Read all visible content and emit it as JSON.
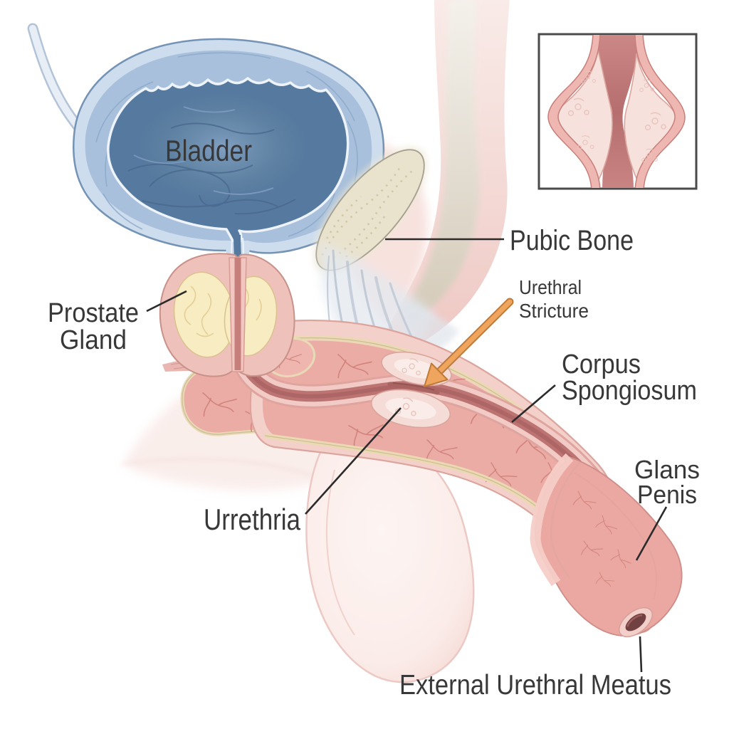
{
  "figure": {
    "type": "medical-anatomy-illustration",
    "subject": "Male urinary tract sagittal section with urethral stricture",
    "background": "#ffffff"
  },
  "labels": {
    "bladder": "Bladder",
    "prostate_gland": [
      "Prostate",
      "Gland"
    ],
    "pubic_bone": "Pubic Bone",
    "urethral_stricture": [
      "Urethral",
      "Stricture"
    ],
    "corpus_spongiosum": [
      "Corpus",
      "Spongiosum"
    ],
    "glans_penis": [
      "Glans",
      "Penis"
    ],
    "urethra": "Urrethria",
    "external_urethral_meatus": "External Urethral Meatus"
  },
  "palette": {
    "label_text": "#383838",
    "leader_line": "#2b2b2b",
    "arrow_fill": "#f0a55e",
    "arrow_outline": "#bd7a39",
    "bladder_wall": "#cddded",
    "bladder_cavity": "#567a9f",
    "prostate_outer": "#eec2ba",
    "prostate_inner": "#f7ecc2",
    "pubic_bone": "#e9e2cd",
    "corpus_tissue": "#ecaca6",
    "urethra_lumen": "#bc7472",
    "stricture_scar": "#f5dcd7",
    "scrotum": "#fcefec",
    "glans": "#eba7a1",
    "inset_border": "#4a4a4a"
  }
}
